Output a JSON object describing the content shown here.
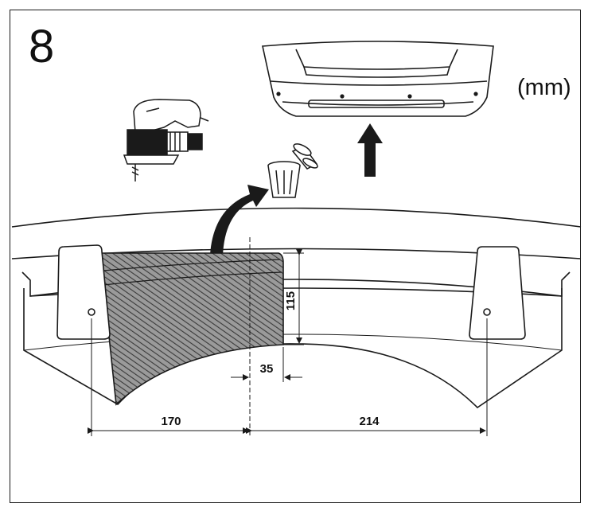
{
  "step_number": "8",
  "unit_label": "(mm)",
  "dimensions": {
    "cut_height": "115",
    "offset_from_center": "35",
    "left_to_center": "170",
    "center_to_right": "214"
  },
  "icons": {
    "tool": "jigsaw-icon",
    "discard": "trash-bin-icon",
    "removed_part": "clip-icon",
    "bumper": "rear-bumper-icon",
    "direction": "up-arrow-icon"
  },
  "colors": {
    "line": "#1a1a1a",
    "hatch": "#444444",
    "paper": "#ffffff"
  }
}
